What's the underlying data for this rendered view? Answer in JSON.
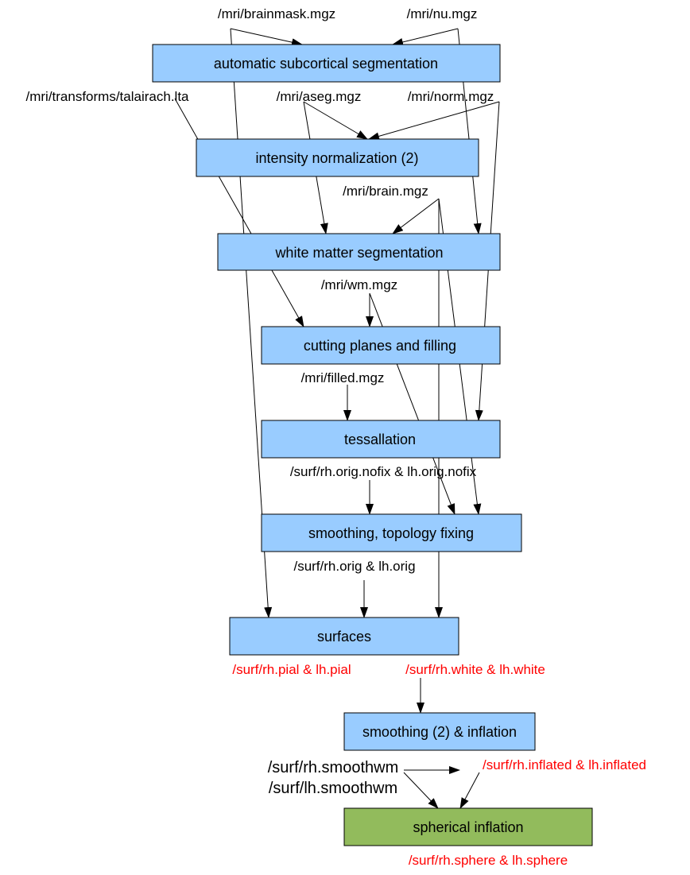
{
  "colors": {
    "process_box": "#99ccff",
    "final_box": "#92bb5c",
    "output_text": "#ff0000",
    "line": "#000000"
  },
  "steps": {
    "auto_subcortical_seg": "automatic subcortical segmentation",
    "intensity_norm_2": "intensity normalization (2)",
    "white_matter_seg": "white matter segmentation",
    "cutting_planes_filling": "cutting planes and filling",
    "tessallation": "tessallation",
    "smoothing_topology_fixing": "smoothing, topology fixing",
    "surfaces": "surfaces",
    "smoothing_2_inflation": "smoothing (2) & inflation",
    "spherical_inflation": "spherical inflation"
  },
  "files": {
    "brainmask": "/mri/brainmask.mgz",
    "nu": "/mri/nu.mgz",
    "talairach": "/mri/transforms/talairach.lta",
    "aseg": "/mri/aseg.mgz",
    "norm": "/mri/norm.mgz",
    "brain": "/mri/brain.mgz",
    "wm": "/mri/wm.mgz",
    "filled": "/mri/filled.mgz",
    "orig_nofix": "/surf/rh.orig.nofix & lh.orig.nofix",
    "orig": "/surf/rh.orig & lh.orig",
    "pial": "/surf/rh.pial & lh.pial",
    "white": "/surf/rh.white & lh.white",
    "smoothwm_rh": "/surf/rh.smoothwm",
    "smoothwm_lh": "/surf/lh.smoothwm",
    "inflated": "/surf/rh.inflated & lh.inflated",
    "sphere": "/surf/rh.sphere & lh.sphere"
  }
}
